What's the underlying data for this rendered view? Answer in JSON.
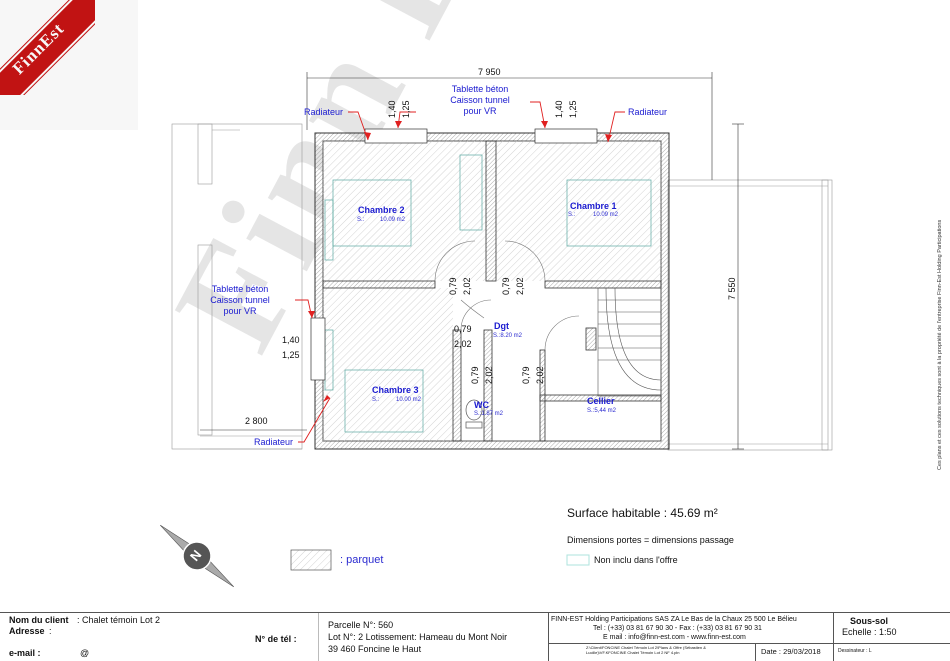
{
  "logo": {
    "text": "FinnEst"
  },
  "watermark": {
    "text": "Finn Est"
  },
  "dims": {
    "top_width": "7 950",
    "right_height": "7 550",
    "left_terrace": "2 800",
    "win_top_left_h": "1,40",
    "win_top_left_w": "1,25",
    "win_top_right_h": "1,40",
    "win_top_right_w": "1,25",
    "win_left_h": "1,40",
    "win_left_w": "1,25"
  },
  "doors": {
    "ch2_w": "0,79",
    "ch2_h": "2,02",
    "ch1_w": "0,79",
    "ch1_h": "2,02",
    "ch3_w": "0,79",
    "ch3_h": "2,02",
    "wc_w": "0,79",
    "wc_h": "2,02",
    "cel_w": "0,79",
    "cel_h": "2,02"
  },
  "annotations": {
    "radiateur_tl": "Radiateur",
    "radiateur_tr": "Radiateur",
    "radiateur_l": "Radiateur",
    "tablette_top": [
      "Tablette béton",
      "Caisson tunnel",
      "pour VR"
    ],
    "tablette_left": [
      "Tablette béton",
      "Caisson tunnel",
      "pour VR"
    ]
  },
  "rooms": {
    "chambre2": {
      "name": "Chambre 2",
      "area_label": "S.:",
      "area": "10.09 m2"
    },
    "chambre1": {
      "name": "Chambre 1",
      "area_label": "S.:",
      "area": "10.09 m2"
    },
    "chambre3": {
      "name": "Chambre 3",
      "area_label": "S.:",
      "area": "10.00 m2"
    },
    "dgt": {
      "name": "Dgt",
      "area": "S.:8.20 m2"
    },
    "wc": {
      "name": "WC",
      "area": "S.:1.87 m2"
    },
    "cellier": {
      "name": "Cellier",
      "area": "S.:5,44 m2"
    }
  },
  "summary": {
    "surface": "Surface habitable : 45.69 m²",
    "doors_note": "Dimensions portes = dimensions passage",
    "not_included": "Non inclu dans l'offre"
  },
  "legend": {
    "parquet": ": parquet",
    "north": "N"
  },
  "side_note": "Ces plans et ces solutions techniques sont à la propriété de l'entreprise Finn-Est Holding Participations",
  "titleblock": {
    "client_label": "Nom du client",
    "client_value": ": Chalet témoin Lot 2",
    "adresse_label": "Adresse",
    "adresse_value": ":",
    "email_label": "e-mail :",
    "email_value": "@",
    "tel_label": "N° de tél :",
    "parcelle": "Parcelle N°: 560",
    "lot": "Lot N°: 2 Lotissement: Hameau du Mont Noir",
    "ville": "39 460 Foncine le Haut",
    "company_line1": "FINN-EST Holding Participations SAS  ZA Le Bas de la Chaux   25 500 Le Bélieu",
    "company_line2": "Tel : (+33) 03 81 67 90 30   -  Fax : (+33) 03 81 67 90 31",
    "company_line3": "E mail : info@finn-est.com   -   www.finn-est.com",
    "path_line1": "Z:\\Client\\FONCINE Chalet Témoin Lot 2\\Plans & Offre (Sébastien &",
    "path_line2": "Lucille)\\VF.KFONCINE Chalet Témoin Lot 2 NF 4.pln",
    "date": "Date : 29/03/2018",
    "level": "Sous-sol",
    "scale": "Echelle : 1:50",
    "designer_label": "Dessinateur : L"
  }
}
